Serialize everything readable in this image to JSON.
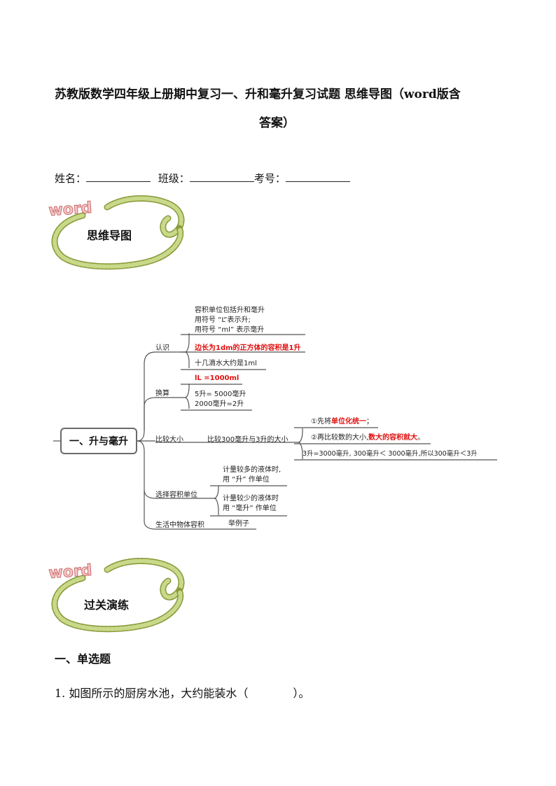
{
  "doc": {
    "title_line1": "苏教版数学四年级上册期中复习一、升和毫升复习试题 思维导图（word版含",
    "title_line2": "答案）",
    "info": {
      "name_label": "姓名：",
      "class_label": "班级：",
      "exam_label": "考号："
    },
    "badge1": {
      "word": "word",
      "label": "思维导图"
    },
    "badge2": {
      "word": "word",
      "label": "过关演练"
    },
    "mindmap": {
      "root": "一、升与毫升",
      "b1": {
        "label": "认识",
        "l1": "容积单位包括升和毫升",
        "l2": "用符号 “L”表示升;",
        "l3": "用符号 “ml” 表示毫升",
        "l4": "边长为1dm的正方体的容积是1升",
        "l5": "十几滴水大约是1ml"
      },
      "b2": {
        "label": "换算",
        "l1": "lL =1000ml",
        "l2": "5升= 5000毫升",
        "l3": "2000毫升=2升"
      },
      "b3": {
        "label": "比较大小",
        "mid": "比较300毫升与3升的大小",
        "s1a": "①先将",
        "s1b": "单位化统一",
        "s1c": "；",
        "s2a": "②再比较数的大小,",
        "s2b": "数大的容积就大",
        "s2c": "。",
        "s3": "3升=3000毫升, 300毫升＜ 3000毫升,所以300毫升＜3升"
      },
      "b4": {
        "label": "选择容积单位",
        "l1": "计量较多的液体时,",
        "l2": "用 “升” 作单位",
        "l3": "计量较少的液体时",
        "l4": "用 “毫升” 作单位"
      },
      "b5": {
        "label": "生活中物体容积",
        "l1": "举例子"
      }
    },
    "section1": "一、单选题",
    "q1": "1. 如图所示的厨房水池，大约能装水（　　　　）。"
  }
}
